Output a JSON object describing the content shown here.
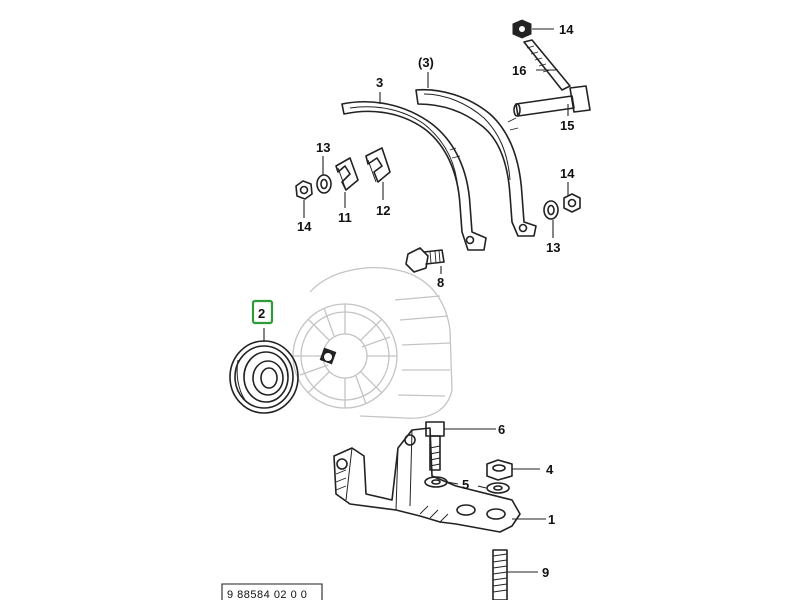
{
  "diagram": {
    "reference_code": "9 88584 02 0 0",
    "highlight_color": "#2e9b3a",
    "highlighted_part": "2",
    "labels": {
      "p1": "1",
      "p2": "2",
      "p3": "3",
      "p3_alt": "(3)",
      "p4": "4",
      "p5": "5",
      "p6": "6",
      "p8": "8",
      "p9": "9",
      "p11": "11",
      "p12": "12",
      "p13a": "13",
      "p13b": "13",
      "p14a": "14",
      "p14b": "14",
      "p14c": "14",
      "p15": "15",
      "p16": "16"
    }
  }
}
